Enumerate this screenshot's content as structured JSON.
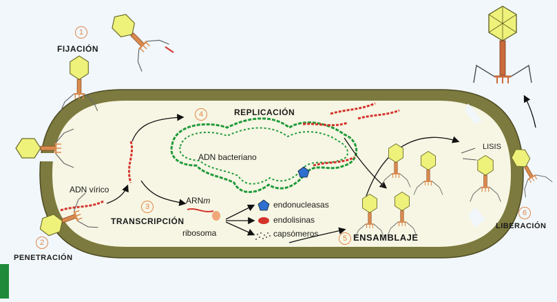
{
  "colors": {
    "background": "#f1f7fb",
    "cell_wall": "#7d7a3f",
    "cytoplasm": "#f7f6e4",
    "bacterial_dna": "#1f9a3a",
    "viral_dna": "#d4322a",
    "phage_head": "#eef27a",
    "phage_tail": "#d98a4e",
    "step_number": "#e0874a",
    "corner_bar": "#1f8a3a"
  },
  "steps": [
    {
      "number": "1",
      "label": "FIJACIÓN"
    },
    {
      "number": "2",
      "label": "PENETRACIÓN"
    },
    {
      "number": "3",
      "label": "TRANSCRIPCIÓN"
    },
    {
      "number": "4",
      "label": "REPLICACIÓN"
    },
    {
      "number": "5",
      "label": "ENSAMBLAJE"
    },
    {
      "number": "6",
      "label": "LIBERACIÓN"
    }
  ],
  "labels": {
    "adn_virico": "ADN vírico",
    "adn_bacteriano": "ADN bacteriano",
    "arnm": "ARN",
    "arnm_suffix": "m",
    "ribosoma": "ribosoma",
    "endonucleasas": "endonucleasas",
    "endolisinas": "endolisinas",
    "capsomeros": "capsómeros",
    "lisis": "LISIS"
  },
  "icons": [
    "bacteriophage-icon",
    "pentagon-icon",
    "ellipse-icon",
    "dots-icon"
  ]
}
